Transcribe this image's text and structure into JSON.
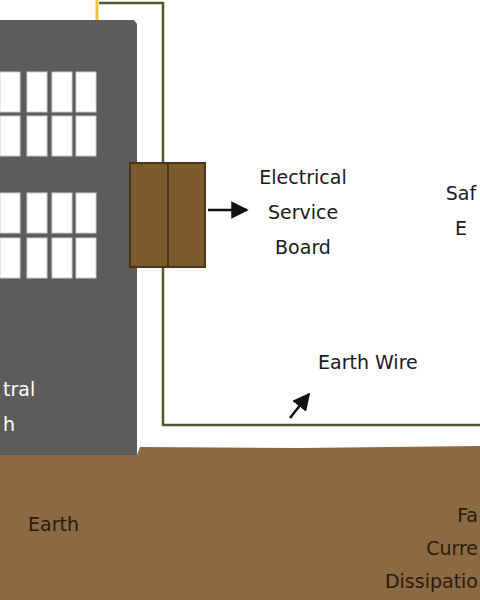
{
  "diagram": {
    "nodes": [
      {
        "text": [
          "tral h"
        ]
      },
      {
        "text": [
          "Electrical Service Board"
        ]
      },
      {
        "text": [
          "Earth",
          "Fa Curre Dissipatio"
        ]
      }
    ],
    "labels": [
      "Earth Wire",
      "Saf E"
    ]
  }
}
